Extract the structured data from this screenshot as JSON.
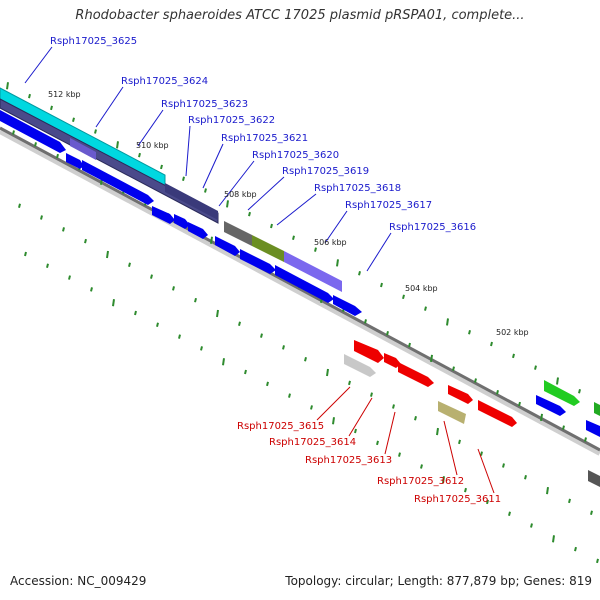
{
  "title": "Rhodobacter sphaeroides ATCC 17025 plasmid pRSPA01, complete...",
  "footer": {
    "accession": "Accession: NC_009429",
    "summary": "Topology: circular; Length: 877,879 bp; Genes: 819"
  },
  "colors": {
    "forward_label": "#1a1acc",
    "reverse_label": "#cc0000",
    "backbone": "#7f7f7f",
    "tick": "#2e8b2e"
  },
  "kbp_labels": [
    {
      "text": "512 kbp"
    },
    {
      "text": "510 kbp"
    },
    {
      "text": "508 kbp"
    },
    {
      "text": "506 kbp"
    },
    {
      "text": "504 kbp"
    },
    {
      "text": "502 kbp"
    }
  ],
  "gene_labels_forward": [
    "Rsph17025_3625",
    "Rsph17025_3624",
    "Rsph17025_3623",
    "Rsph17025_3622",
    "Rsph17025_3621",
    "Rsph17025_3620",
    "Rsph17025_3619",
    "Rsph17025_3618",
    "Rsph17025_3617",
    "Rsph17025_3616"
  ],
  "gene_labels_reverse": [
    "Rsph17025_3615",
    "Rsph17025_3614",
    "Rsph17025_3613",
    "Rsph17025_3612",
    "Rsph17025_3611"
  ]
}
